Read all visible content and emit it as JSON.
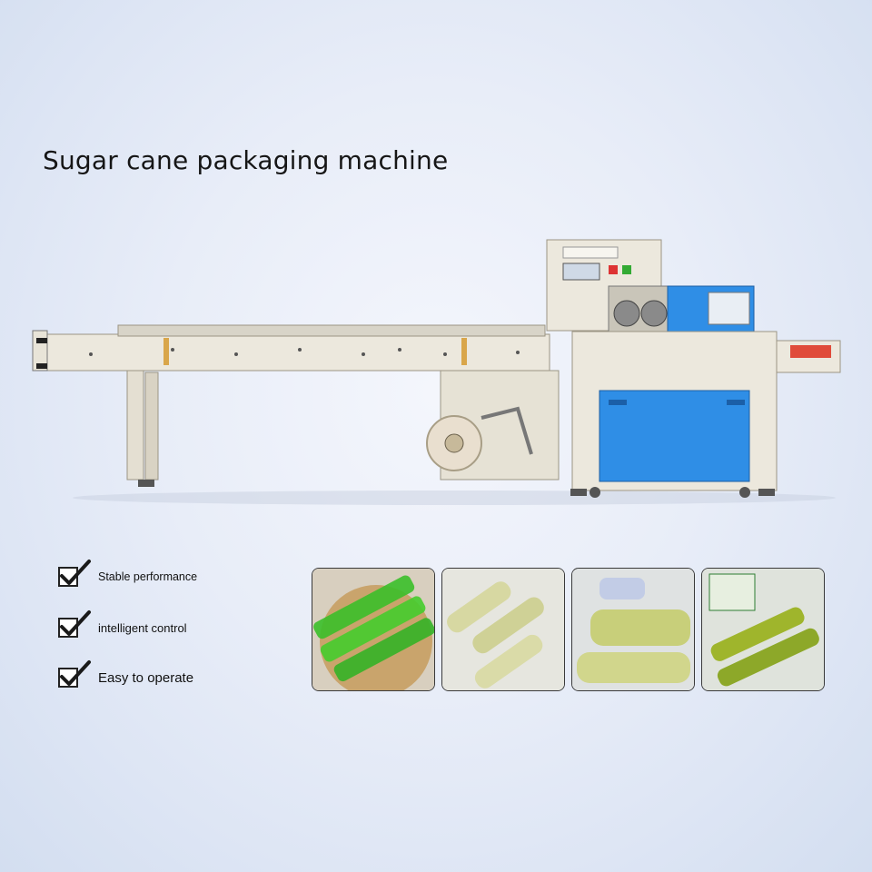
{
  "page": {
    "title": "Sugar cane packaging machine"
  },
  "features": [
    {
      "label": "Stable performance",
      "icon": "checkbox-icon"
    },
    {
      "label": "intelligent control",
      "icon": "checkbox-icon"
    },
    {
      "label": "Easy to operate",
      "icon": "checkbox-icon"
    }
  ],
  "photos": [
    {
      "name": "packaged-sugarcane-tray-photo"
    },
    {
      "name": "packaged-sugarcane-pieces-photo"
    },
    {
      "name": "sealed-sugarcane-pack-photo"
    },
    {
      "name": "labeled-sugarcane-packs-photo"
    }
  ],
  "colors": {
    "machine_body": "#ece8dd",
    "machine_panel_blue": "#2f8ee6",
    "accent_green": "#3bbf2a"
  }
}
